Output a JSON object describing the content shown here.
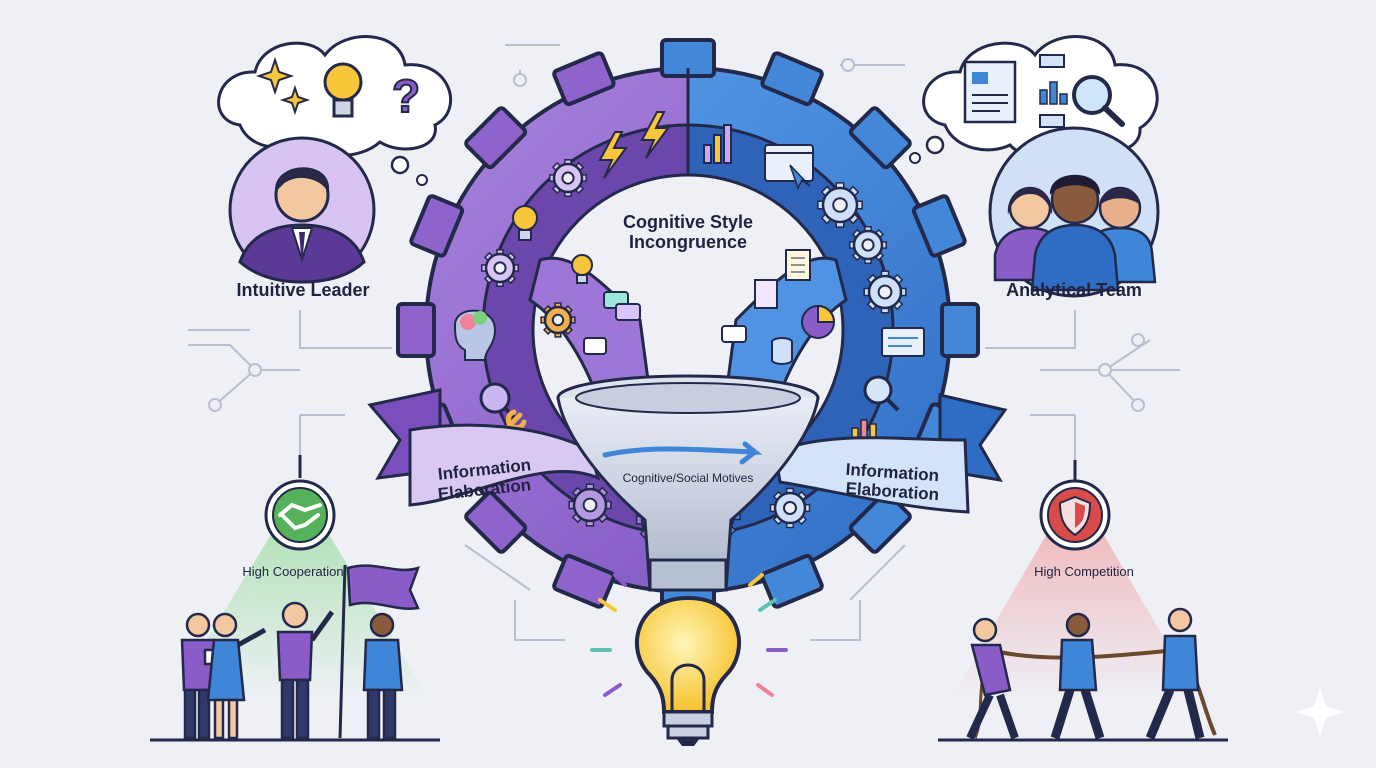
{
  "diagram": {
    "center_label_line1": "Cognitive Style",
    "center_label_line2": "Incongruence",
    "funnel_label": "Cognitive/Social Motives",
    "left_person_label": "Intuitive Leader",
    "right_person_label": "Analytical Team",
    "left_banner_line1": "Information",
    "left_banner_line2": "Elaboration",
    "right_banner_line1": "Information",
    "right_banner_line2": "Elaboration",
    "left_lamp_label": "High Cooperation",
    "right_lamp_label": "High Competition"
  },
  "colors": {
    "purple": "#8a5cc7",
    "purple_dark": "#5a3a96",
    "blue": "#3f86d8",
    "blue_dark": "#2a5aa8",
    "yellow": "#f7c63a",
    "green": "#55b25a",
    "red": "#d94b4b",
    "outline": "#23294a"
  },
  "icons": [
    "lightning-icon",
    "bar-chart-icon",
    "gear-icon",
    "lightbulb-icon",
    "chat-icon",
    "document-icon",
    "pie-chart-icon",
    "magnifier-icon",
    "handshake-icon",
    "shield-icon",
    "question-icon",
    "sparkle-icon"
  ]
}
